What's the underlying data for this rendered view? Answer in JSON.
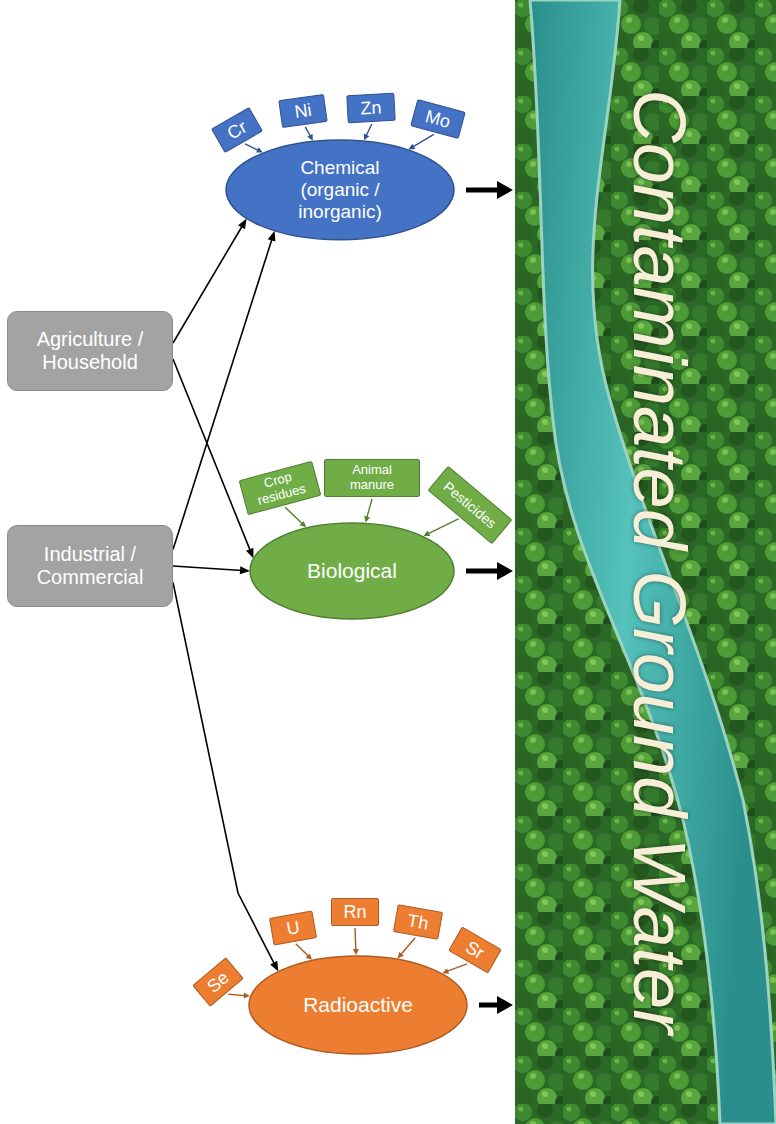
{
  "diagram": {
    "nodes": [
      {
        "text": [
          "Agriculture / Household"
        ]
      },
      {
        "text": [
          "Industrial / Commercial"
        ]
      },
      {
        "text": [
          "Cr"
        ]
      },
      {
        "text": [
          "Ni"
        ]
      },
      {
        "text": [
          "Zn"
        ]
      },
      {
        "text": [
          "Mo"
        ]
      },
      {
        "text": [
          "Chemical (organic / inorganic)"
        ]
      },
      {
        "text": [
          "Crop residues"
        ]
      },
      {
        "text": [
          "Animal manure"
        ]
      },
      {
        "text": [
          "Pesticides"
        ]
      },
      {
        "text": [
          "Biological"
        ]
      },
      {
        "text": [
          "Se"
        ]
      },
      {
        "text": [
          "U"
        ]
      },
      {
        "text": [
          "Rn"
        ]
      },
      {
        "text": [
          "Th"
        ]
      },
      {
        "text": [
          "Sr"
        ]
      },
      {
        "text": [
          "Radioactive"
        ]
      },
      {
        "text": [
          "Contaminated Ground Water"
        ]
      }
    ],
    "edges": [
      {
        "from": 0,
        "to": 6,
        "arrow": "to"
      },
      {
        "from": 0,
        "to": 10,
        "arrow": "to"
      },
      {
        "from": 1,
        "to": 6,
        "arrow": "to"
      },
      {
        "from": 1,
        "to": 10,
        "arrow": "to"
      },
      {
        "from": 1,
        "to": 16,
        "arrow": "to"
      },
      {
        "from": 2,
        "to": 6,
        "arrow": "to"
      },
      {
        "from": 3,
        "to": 6,
        "arrow": "to"
      },
      {
        "from": 4,
        "to": 6,
        "arrow": "to"
      },
      {
        "from": 5,
        "to": 6,
        "arrow": "to"
      },
      {
        "from": 7,
        "to": 10,
        "arrow": "to"
      },
      {
        "from": 8,
        "to": 10,
        "arrow": "to"
      },
      {
        "from": 9,
        "to": 10,
        "arrow": "to"
      },
      {
        "from": 11,
        "to": 16,
        "arrow": "to"
      },
      {
        "from": 12,
        "to": 16,
        "arrow": "to"
      },
      {
        "from": 13,
        "to": 16,
        "arrow": "to"
      },
      {
        "from": 14,
        "to": 16,
        "arrow": "to"
      },
      {
        "from": 15,
        "to": 16,
        "arrow": "to"
      },
      {
        "from": 6,
        "to": 17,
        "arrow": "to"
      },
      {
        "from": 10,
        "to": 17,
        "arrow": "to"
      },
      {
        "from": 16,
        "to": 17,
        "arrow": "to"
      }
    ]
  }
}
